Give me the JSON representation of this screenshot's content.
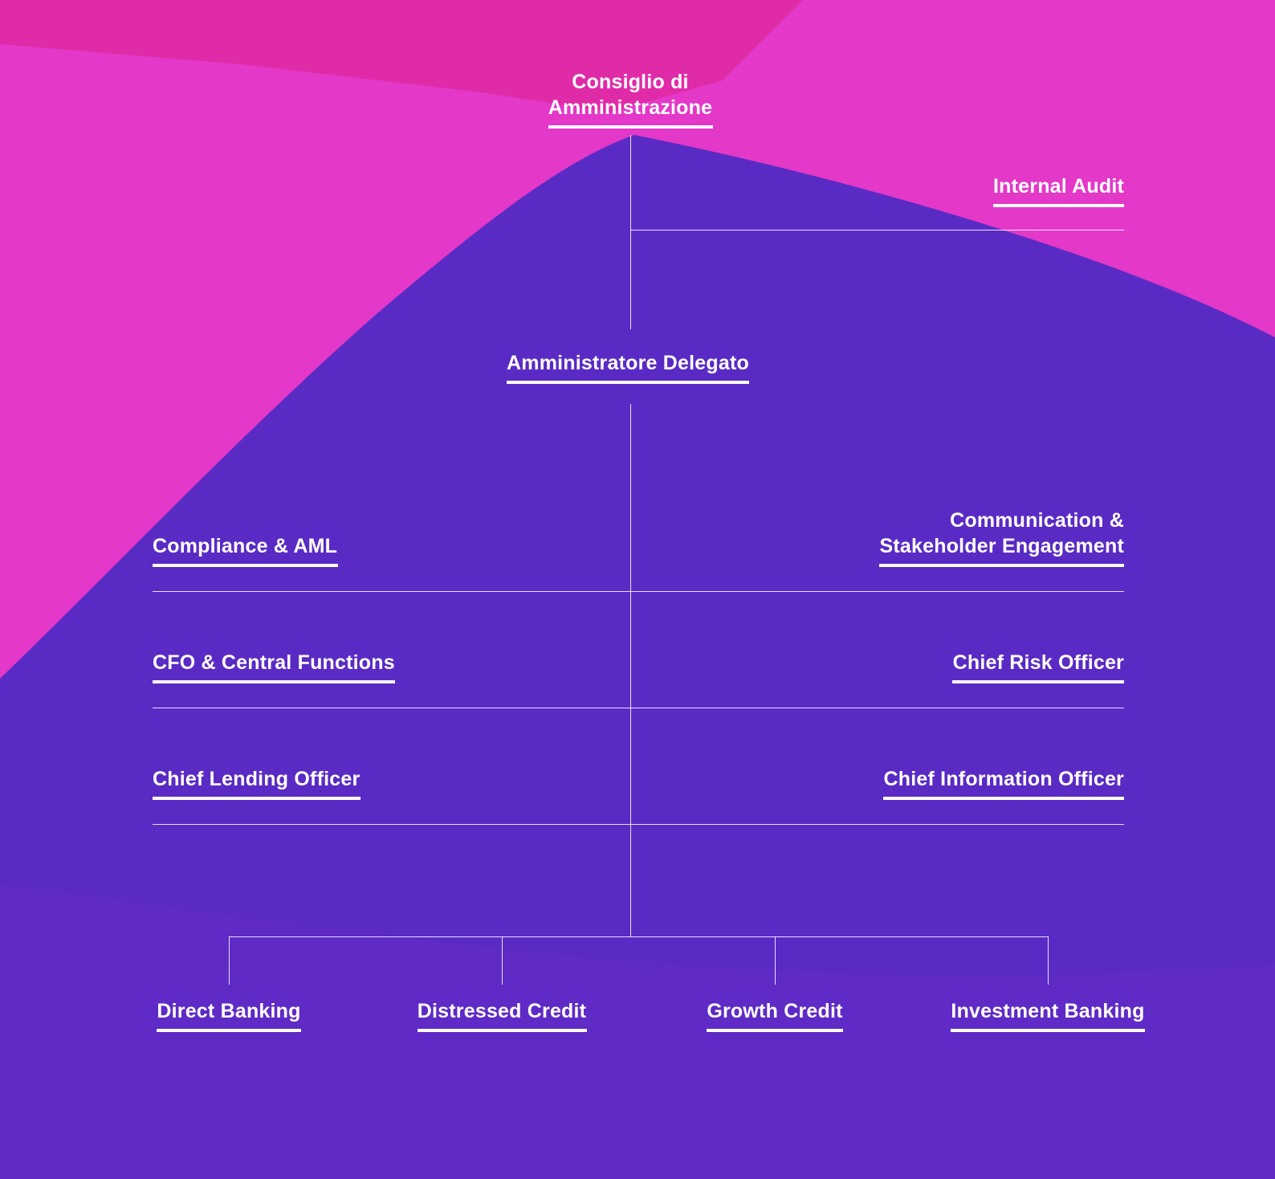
{
  "colors": {
    "background_pink": "#e338c8",
    "background_hot_pink": "#e02ba8",
    "background_purple": "#5a2bc4",
    "text": "#ffffff",
    "lines": "#ffffff"
  },
  "org_chart": {
    "board": {
      "line1": "Consiglio di",
      "line2": "Amministrazione"
    },
    "internal_audit": "Internal Audit",
    "ceo": "Amministratore Delegato",
    "left_functions": [
      "Compliance & AML",
      "CFO & Central Functions",
      "Chief Lending Officer"
    ],
    "right_functions": [
      {
        "line1": "Communication &",
        "line2": "Stakeholder Engagement"
      },
      {
        "line1": "",
        "line2": "Chief Risk Officer"
      },
      {
        "line1": "",
        "line2": "Chief Information Officer"
      }
    ],
    "business_units": [
      "Direct Banking",
      "Distressed Credit",
      "Growth Credit",
      "Investment Banking"
    ]
  }
}
